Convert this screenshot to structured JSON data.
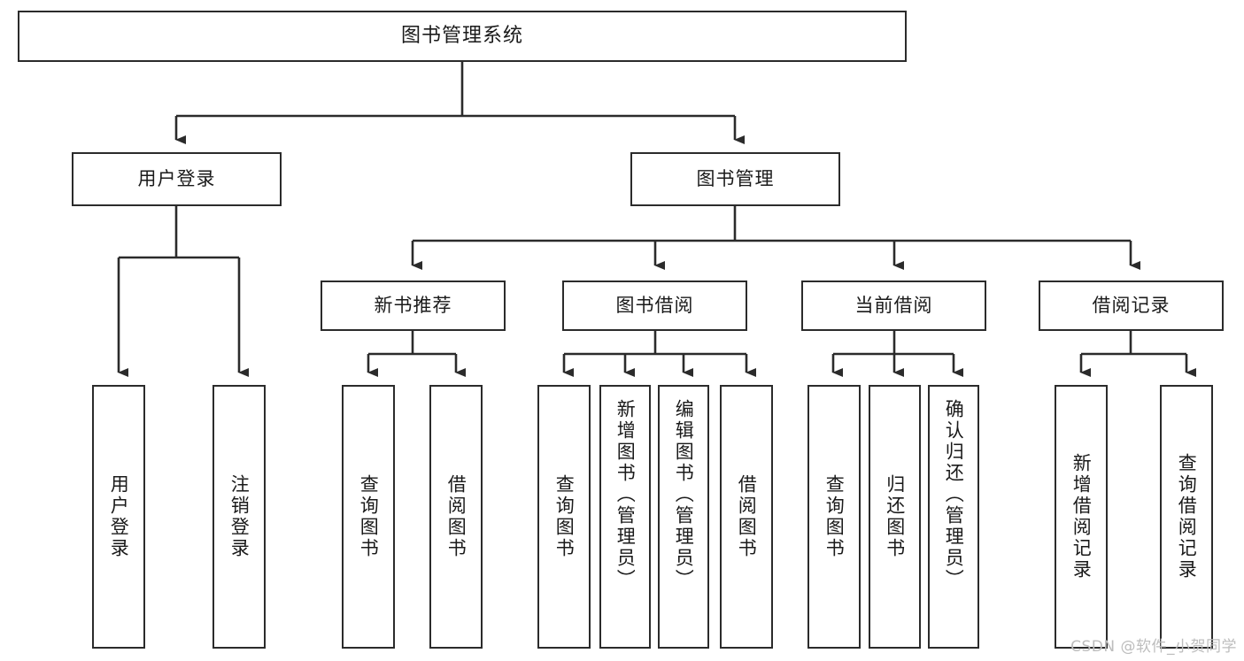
{
  "diagram": {
    "type": "tree",
    "title": "图书管理系统",
    "background": "#ffffff",
    "stroke_color": "#2b2b2b",
    "text_color": "#1a1a1a",
    "nodes": {
      "root": {
        "label": "图书管理系统"
      },
      "level1": [
        {
          "id": "user-login",
          "label": "用户登录"
        },
        {
          "id": "book-manage",
          "label": "图书管理"
        }
      ],
      "level2": [
        {
          "id": "new-book-recommend",
          "label": "新书推荐"
        },
        {
          "id": "book-borrow",
          "label": "图书借阅"
        },
        {
          "id": "current-borrow",
          "label": "当前借阅"
        },
        {
          "id": "borrow-record",
          "label": "借阅记录"
        }
      ],
      "leaves": {
        "user_login": [
          {
            "id": "leaf-user-login",
            "label": "用户登录"
          },
          {
            "id": "leaf-user-logout",
            "label": "注销登录"
          }
        ],
        "new_book_recommend": [
          {
            "id": "leaf-query-book-1",
            "label": "查询图书"
          },
          {
            "id": "leaf-borrow-book-1",
            "label": "借阅图书"
          }
        ],
        "book_borrow": [
          {
            "id": "leaf-query-book-2",
            "label": "查询图书"
          },
          {
            "id": "leaf-add-book",
            "label": "新增图书（管理员）"
          },
          {
            "id": "leaf-edit-book",
            "label": "编辑图书（管理员）"
          },
          {
            "id": "leaf-borrow-book-2",
            "label": "借阅图书"
          }
        ],
        "current_borrow": [
          {
            "id": "leaf-query-book-3",
            "label": "查询图书"
          },
          {
            "id": "leaf-return-book",
            "label": "归还图书"
          },
          {
            "id": "leaf-confirm-return",
            "label": "确认归还（管理员）"
          }
        ],
        "borrow_record": [
          {
            "id": "leaf-add-record",
            "label": "新增借阅记录"
          },
          {
            "id": "leaf-query-record",
            "label": "查询借阅记录"
          }
        ]
      }
    },
    "edges": [
      {
        "from": "图书管理系统",
        "to": "用户登录"
      },
      {
        "from": "图书管理系统",
        "to": "图书管理"
      },
      {
        "from": "用户登录",
        "to": "用户登录"
      },
      {
        "from": "用户登录",
        "to": "注销登录"
      },
      {
        "from": "图书管理",
        "to": "新书推荐"
      },
      {
        "from": "图书管理",
        "to": "图书借阅"
      },
      {
        "from": "图书管理",
        "to": "当前借阅"
      },
      {
        "from": "图书管理",
        "to": "借阅记录"
      },
      {
        "from": "新书推荐",
        "to": "查询图书"
      },
      {
        "from": "新书推荐",
        "to": "借阅图书"
      },
      {
        "from": "图书借阅",
        "to": "查询图书"
      },
      {
        "from": "图书借阅",
        "to": "新增图书（管理员）"
      },
      {
        "from": "图书借阅",
        "to": "编辑图书（管理员）"
      },
      {
        "from": "图书借阅",
        "to": "借阅图书"
      },
      {
        "from": "当前借阅",
        "to": "查询图书"
      },
      {
        "from": "当前借阅",
        "to": "归还图书"
      },
      {
        "from": "当前借阅",
        "to": "确认归还（管理员）"
      },
      {
        "from": "借阅记录",
        "to": "新增借阅记录"
      },
      {
        "from": "借阅记录",
        "to": "查询借阅记录"
      }
    ]
  },
  "watermark": {
    "text": "CSDN @软件_小贺同学",
    "color": "#bdbdbd"
  }
}
